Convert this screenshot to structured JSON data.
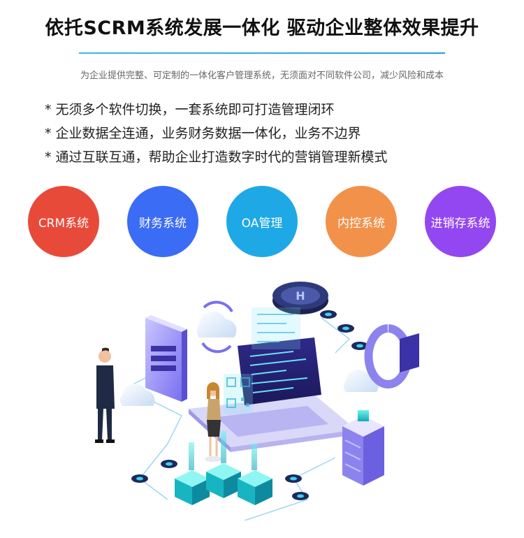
{
  "header": {
    "title": "依托SCRM系统发展一体化 驱动企业整体效果提升",
    "subtitle": "为企业提供完整、可定制的一体化客户管理系统，无须面对不同软件公司，减少风险和成本"
  },
  "features": [
    "* 无须多个软件切换，一套系统即可打造管理闭环",
    "* 企业数据全连通，业务财务数据一体化，业务不边界",
    "* 通过互联互通，帮助企业打造数字时代的营销管理新模式"
  ],
  "systems": [
    {
      "label": "CRM系统",
      "color": "#e84a3a"
    },
    {
      "label": "财务系统",
      "color": "#3b6cf6"
    },
    {
      "label": "OA管理",
      "color": "#1ea8e6"
    },
    {
      "label": "内控系统",
      "color": "#f2914a"
    },
    {
      "label": "进销存系统",
      "color": "#9347f0"
    }
  ],
  "illustration": {
    "icons": [
      "man-icon",
      "woman-icon",
      "laptop-icon",
      "cloud-icon",
      "server-icon",
      "coin-icon",
      "wearable-icon",
      "phone-icon"
    ]
  }
}
